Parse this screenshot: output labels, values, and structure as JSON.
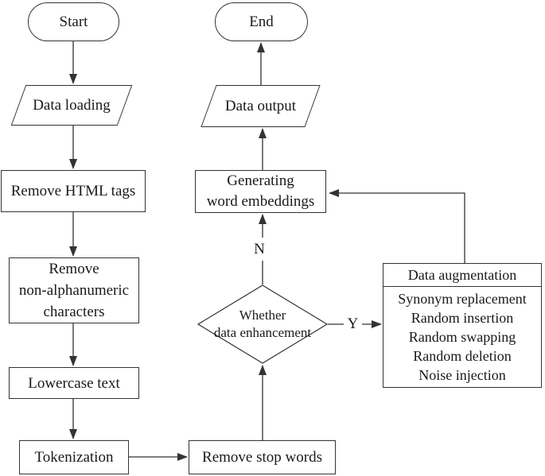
{
  "colors": {
    "background": "#ffffff",
    "line": "#333333",
    "text": "#1a1a1a"
  },
  "nodes": {
    "start": {
      "label": "Start"
    },
    "data_loading": {
      "label": "Data loading"
    },
    "remove_html_tags": {
      "label": "Remove HTML tags"
    },
    "remove_non_alphanumeric": {
      "line1": "Remove",
      "line2": "non-alphanumeric",
      "line3": "characters"
    },
    "lowercase_text": {
      "label": "Lowercase text"
    },
    "tokenization": {
      "label": "Tokenization"
    },
    "remove_stop_words": {
      "label": "Remove stop words"
    },
    "decision": {
      "line1": "Whether",
      "line2": "data enhancement"
    },
    "generating_word_embeddings": {
      "line1": "Generating",
      "line2": "word embeddings"
    },
    "data_output": {
      "label": "Data output"
    },
    "end": {
      "label": "End"
    },
    "data_augmentation": {
      "title": "Data augmentation",
      "items": [
        "Synonym replacement",
        "Random insertion",
        "Random swapping",
        "Random deletion",
        "Noise injection"
      ]
    }
  },
  "edge_labels": {
    "no": "N",
    "yes": "Y"
  }
}
